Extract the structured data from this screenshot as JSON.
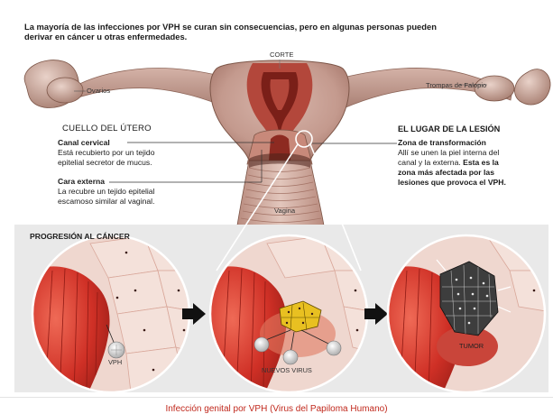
{
  "intro": {
    "line1": "La mayoría de las infecciones por VPH se curan sin consecuencias, pero en algunas personas pueden",
    "line2": "derivar en cáncer u otras enfermedades."
  },
  "anatomy": {
    "corte": "CORTE",
    "ovarios": "Ovarios",
    "trompas": "Trompas de Falopio",
    "vagina": "Vagina"
  },
  "cuello": {
    "title": "CUELLO DEL ÚTERO",
    "canal_title": "Canal cervical",
    "canal_l1": "Está recubierto por un tejido",
    "canal_l2": "epitelial secretor de mucus.",
    "cara_title": "Cara externa",
    "cara_l1": "La recubre un tejido epitelial",
    "cara_l2": "escamoso similar al vaginal."
  },
  "lesion": {
    "title": "EL LUGAR DE LA LESIÓN",
    "zona_title": "Zona de transformación",
    "l1": "Allí se unen la piel interna del",
    "l2": "canal y la externa.",
    "l2b": "Esta es la",
    "l3": "zona más afectada por las",
    "l4": "lesiones que provoca el VPH."
  },
  "progression": {
    "title": "PROGRESIÓN AL CÁNCER",
    "vph": "VPH",
    "nuevos_virus": "NUEVOS VIRUS",
    "tumor": "TUMOR"
  },
  "caption": "Infección genital por VPH (Virus del Papiloma Humano)",
  "colors": {
    "tissue": "#c9a59a",
    "tissue_dark": "#8e4a3c",
    "red_tissue": "#d1372c",
    "panel_bg": "#e9e9e9",
    "infected_cell": "#e8c021",
    "tumor_cell": "#444444",
    "caption": "#c0281c"
  }
}
